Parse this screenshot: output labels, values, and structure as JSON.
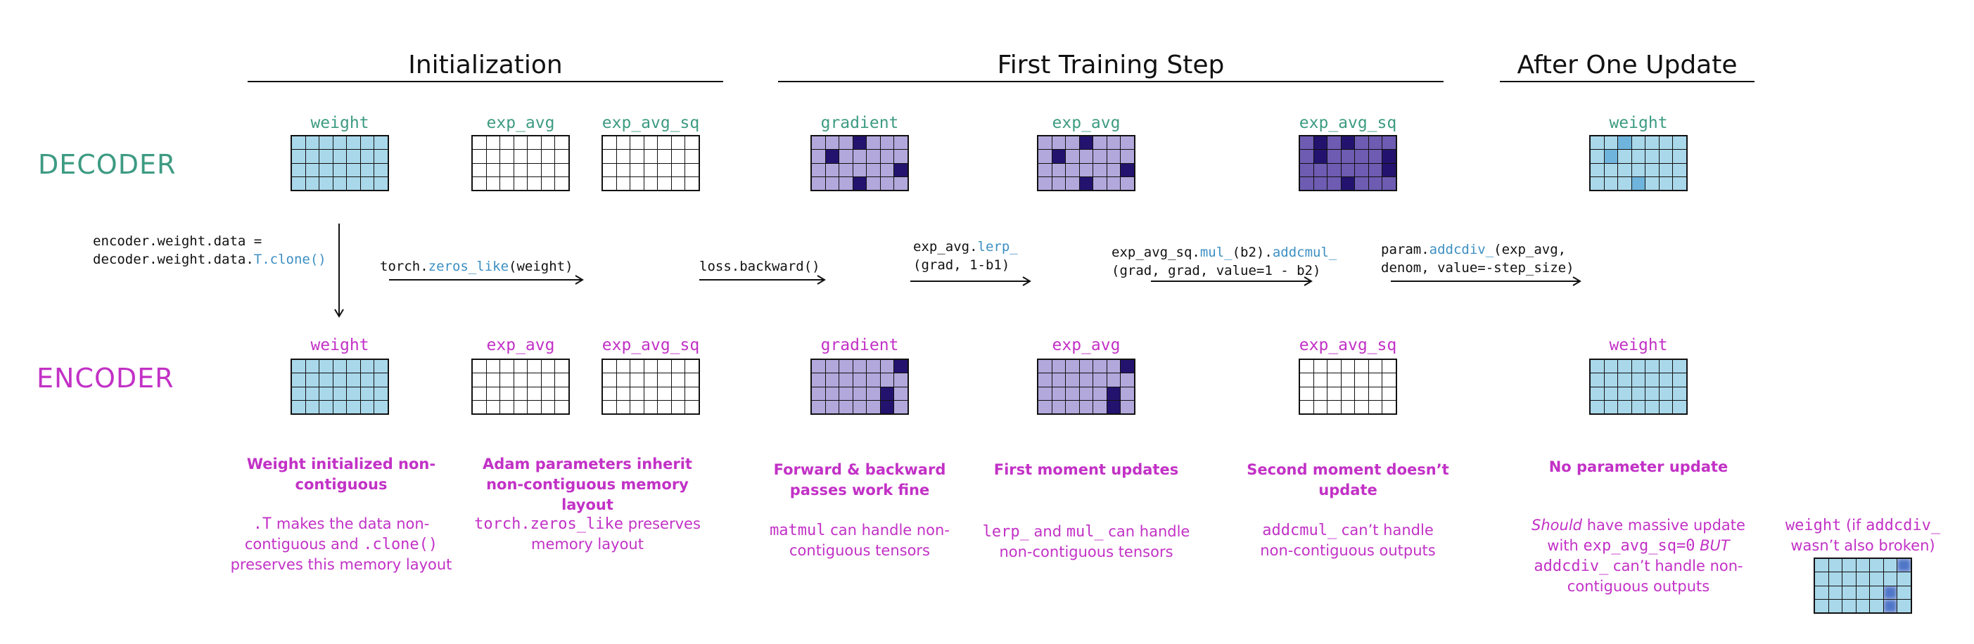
{
  "colors": {
    "decoder": "#3d9b82",
    "encoder": "#c231c6",
    "cell_weight": "#a9d8ea",
    "cell_weight_mid": "#6fb4dc",
    "cell_weight_dark": "#4f76c7",
    "cell_light_purple": "#b2a8dc",
    "cell_mid_purple": "#6e5bb2",
    "cell_dark_purple": "#23136e",
    "cell_empty": "#ffffff",
    "code_blue": "#3d8fc2"
  },
  "sections": {
    "init": "Initialization",
    "first_step": "First Training Step",
    "after": "After One Update"
  },
  "rows": {
    "decoder": "DECODER",
    "encoder": "ENCODER"
  },
  "labels": {
    "weight": "weight",
    "exp_avg": "exp_avg",
    "exp_avg_sq": "exp_avg_sq",
    "gradient": "gradient"
  },
  "code": {
    "clone_1": "encoder.weight.data =",
    "clone_2a": "decoder.weight.data.",
    "clone_2b": "T.clone()",
    "zeros_a": "torch.",
    "zeros_b": "zeros_like",
    "zeros_c": "(weight)",
    "backward": "loss.backward()",
    "lerp_1a": "exp_avg.",
    "lerp_1b": "lerp_",
    "lerp_2": "(grad, 1-b1)",
    "mul_1a": "exp_avg_sq.",
    "mul_1b": "mul_",
    "mul_1c": "(b2).",
    "mul_1d": "addcmul_",
    "mul_2": "(grad, grad, value=1 - b2)",
    "addcdiv_1a": "param.",
    "addcdiv_1b": "addcdiv_",
    "addcdiv_1c": "(exp_avg,",
    "addcdiv_2": "denom, value=-step_size)"
  },
  "captions": {
    "c1_title": "Weight initialized non-contiguous",
    "c1_body_a": ".T",
    "c1_body_b": " makes the data non-contiguous and ",
    "c1_body_c": ".clone()",
    "c1_body_d": " preserves this memory layout",
    "c2_title": "Adam parameters inherit non-contiguous memory layout",
    "c2_body_a": "torch.zeros_like",
    "c2_body_b": " preserves memory layout",
    "c3_title": "Forward & backward passes work fine",
    "c3_body_a": "matmul",
    "c3_body_b": " can handle non-contiguous tensors",
    "c4_title": "First moment updates",
    "c4_body_a": "lerp_",
    "c4_body_b": " and ",
    "c4_body_c": "mul_",
    "c4_body_d": " can handle non-contiguous tensors",
    "c5_title": "Second moment doesn’t update",
    "c5_body_a": "addcmul_",
    "c5_body_b": " can’t handle non-contiguous outputs",
    "c6_title": "No parameter update",
    "c6_body_a": "Should",
    "c6_body_b": " have massive update with ",
    "c6_body_c": "exp_avg_sq=0",
    "c6_body_d": " BUT",
    "c6_body_e": "addcdiv_",
    "c6_body_f": " can’t handle non-contiguous outputs",
    "c7_a": "weight",
    "c7_b": " (if ",
    "c7_c": "addcdiv_",
    "c7_d": "wasn’t also broken)"
  }
}
